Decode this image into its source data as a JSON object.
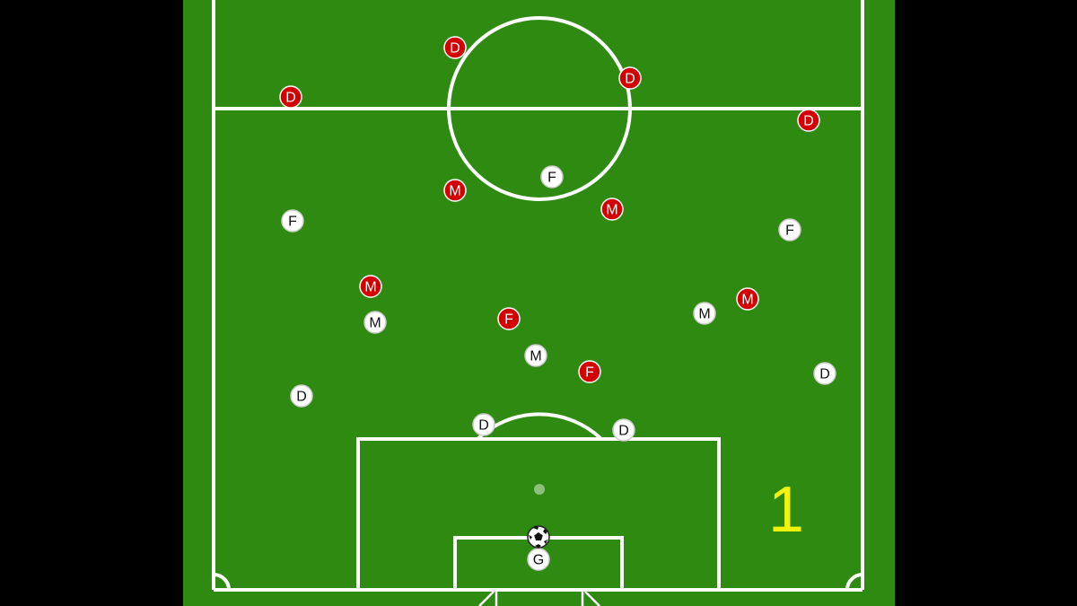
{
  "colors": {
    "background": "#000000",
    "pitch": "#2f8a12",
    "lines": "#ffffff",
    "team_red": "#d30000",
    "team_white": "#ffffff",
    "label_on_red": "#ffffff",
    "label_on_white": "#111111",
    "counter": "#f2f20f",
    "penalty_spot": "#8fbf7f"
  },
  "team_red": {
    "players": [
      {
        "role": "D"
      },
      {
        "role": "D"
      },
      {
        "role": "D"
      },
      {
        "role": "D"
      },
      {
        "role": "M"
      },
      {
        "role": "M"
      },
      {
        "role": "M"
      },
      {
        "role": "M"
      },
      {
        "role": "F"
      },
      {
        "role": "F"
      }
    ]
  },
  "team_white": {
    "players": [
      {
        "role": "F"
      },
      {
        "role": "F"
      },
      {
        "role": "F"
      },
      {
        "role": "M"
      },
      {
        "role": "M"
      },
      {
        "role": "M"
      },
      {
        "role": "D"
      },
      {
        "role": "D"
      },
      {
        "role": "D"
      },
      {
        "role": "D"
      },
      {
        "role": "G"
      }
    ]
  },
  "ball": {
    "icon": "soccer-ball-icon"
  },
  "counter": {
    "value": "1"
  }
}
